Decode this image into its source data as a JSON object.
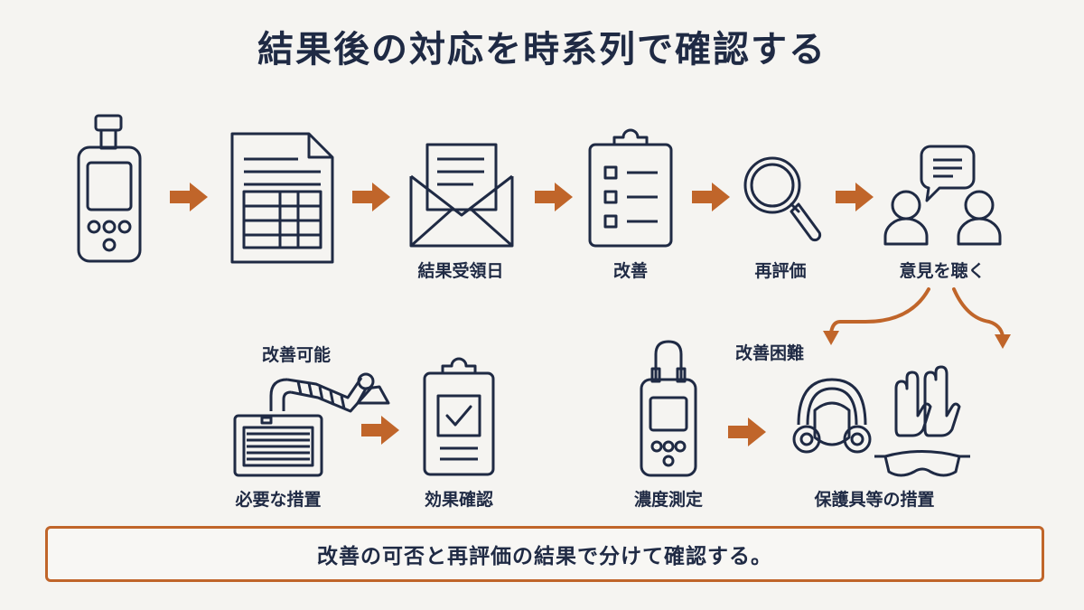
{
  "title": "結果後の対応を時系列で確認する",
  "steps": {
    "result_date": "結果受領日",
    "improve": "改善",
    "reevaluate": "再評価",
    "hear_opinions": "意見を聴く"
  },
  "branches": {
    "possible": "改善可能",
    "difficult": "改善困難"
  },
  "sub_steps": {
    "necessary_measures": "必要な措置",
    "effect_check": "効果確認",
    "concentration_measurement": "濃度測定",
    "protective_measures": "保護具等の措置"
  },
  "footer": "改善の可否と再評価の結果で分けて確認する。",
  "colors": {
    "ink": "#1f2a44",
    "accent": "#c0652a",
    "background": "#f5f4f1"
  },
  "icons": [
    "measuring-device-icon",
    "report-document-icon",
    "envelope-letter-icon",
    "checklist-clipboard-icon",
    "magnifier-icon",
    "consultation-people-icon",
    "local-exhaust-ventilation-icon",
    "check-clipboard-icon",
    "gas-detector-icon",
    "respirator-gloves-goggles-icon"
  ]
}
